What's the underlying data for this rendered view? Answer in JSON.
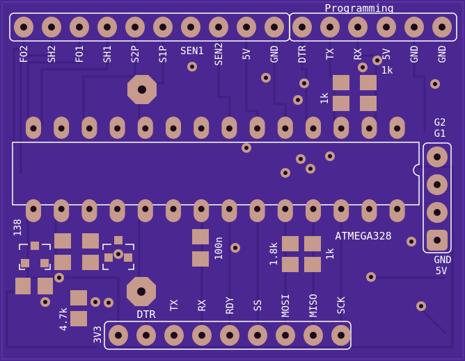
{
  "colors": {
    "board": "#4b2891",
    "board_edge": "#2a0f5a",
    "trace": "#3e1f7c",
    "pad": "#c69a8c",
    "pad_dark": "#1a0a1a",
    "silk": "#ffffff"
  },
  "top_header": {
    "title": "Programming",
    "labels": [
      "FO2",
      "SH2",
      "FO1",
      "SH1",
      "S2P",
      "S1P",
      "SEN2",
      "5V",
      "GND",
      "DTR",
      "TX",
      "RX",
      "5V",
      "GND",
      "GND"
    ],
    "sen1_label": "SEN1"
  },
  "chip": {
    "label": "ATMEGA328",
    "top_pins": 14,
    "bottom_pins": 14
  },
  "right_header": {
    "top_labels": [
      "G2",
      "G1"
    ],
    "bottom_labels": [
      "GND",
      "5V"
    ]
  },
  "components": {
    "r_1k_top": "1k",
    "r_1k_left": "1k",
    "r_1k_right": "1k",
    "r_1_8k": "1.8k",
    "c_100n": "100n",
    "r_4_7k": "4.7k",
    "u_138": "138"
  },
  "bottom_header": {
    "labels": [
      "3V3",
      "DTR",
      "TX",
      "RX",
      "RDY",
      "SS",
      "MOSI",
      "MISO",
      "SCK"
    ]
  }
}
